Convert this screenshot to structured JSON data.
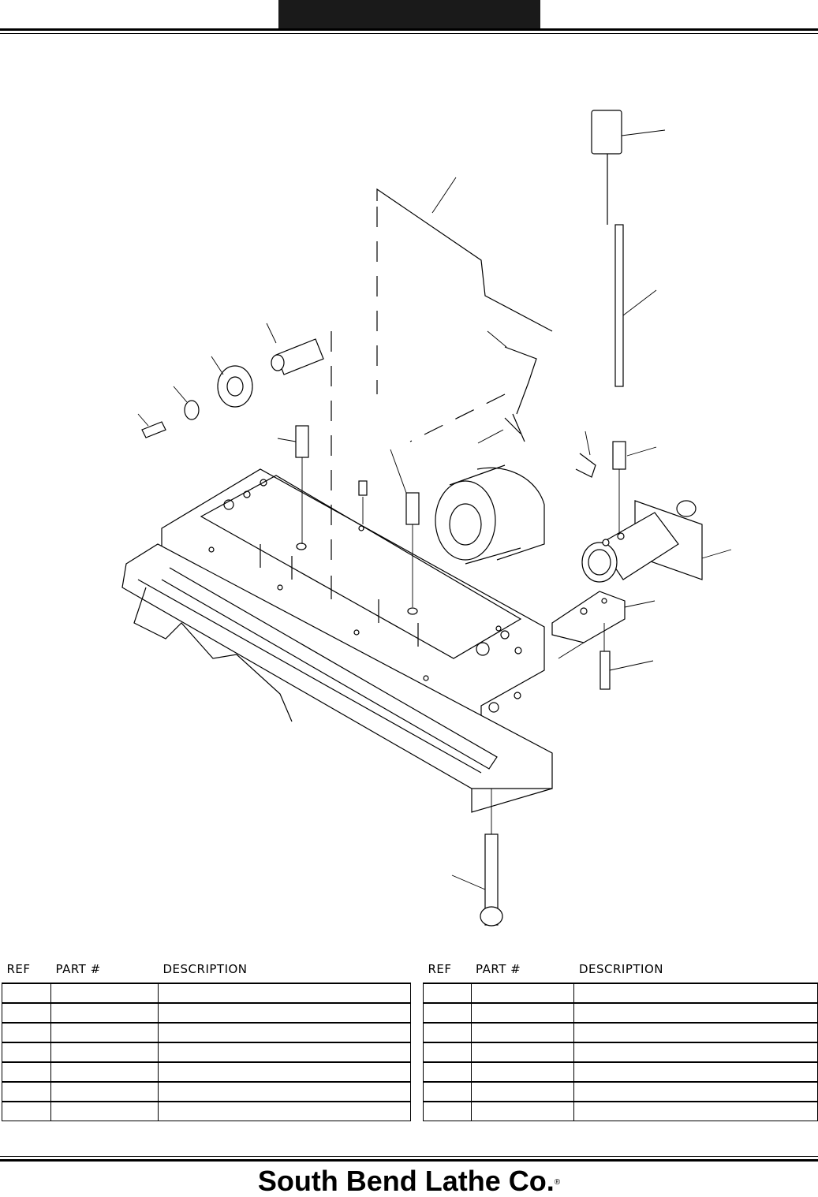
{
  "brand": {
    "name": "South Bend Lathe Co.",
    "mark": "®"
  },
  "table_headers": {
    "ref": "REF",
    "part": "PART #",
    "description": "DESCRIPTION"
  },
  "left_table_rows": 7,
  "right_table_rows": 7
}
